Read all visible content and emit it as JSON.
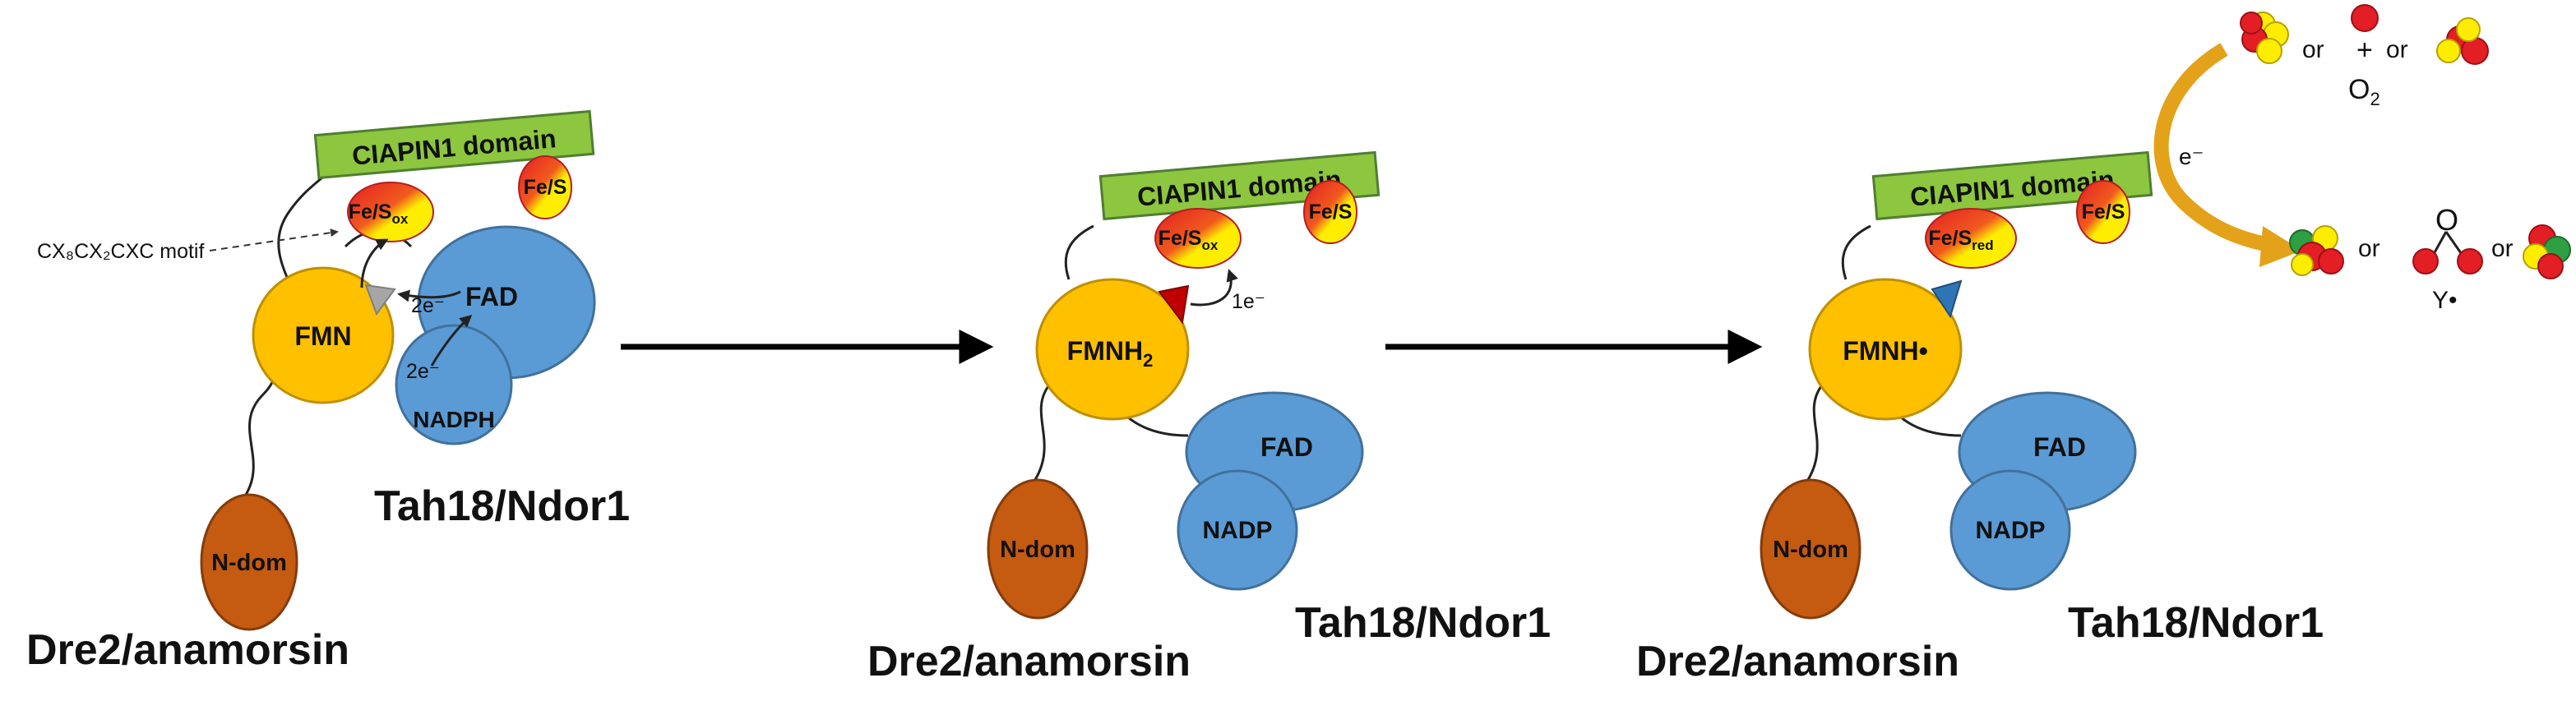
{
  "labels": {
    "ciapin": "CIAPIN1 domain",
    "fes": "Fe/S",
    "fes_ox_main": "Fe/S",
    "fes_ox_sub": "ox",
    "fes_red_sub": "red",
    "motif": "CX₈CX₂CXC motif",
    "fmn": "FMN",
    "fmnh2_main": "FMNH",
    "fmnh2_sub": "2",
    "fmnh_radical": "FMNH•",
    "fad": "FAD",
    "nadph": "NADPH",
    "nadp": "NADP",
    "ndom": "N-dom",
    "tah18": "Tah18/Ndor1",
    "dre2": "Dre2/anamorsin",
    "two_e": "2e⁻",
    "one_e": "1e⁻",
    "e_minus": "e⁻",
    "or": "or",
    "plus": "+",
    "o2_main": "O",
    "o2_sub": "2",
    "o_atom": "O",
    "tyr_radical": "Y•"
  },
  "colors": {
    "fes_gradient_red": "#e31e24",
    "fes_gradient_yellow": "#ffed00",
    "fmn_orange": "#ffc000",
    "fad_blue": "#5b9bd5",
    "ndom_rust": "#c55a11",
    "ciapin_green": "#8dc63f",
    "triangle_grey": "#a6a6a6",
    "triangle_red": "#c00000",
    "triangle_blue": "#2e75b6",
    "arrow_gold": "#e3a21a",
    "cluster_red": "#e31e24",
    "cluster_yellow": "#ffed00",
    "cluster_green": "#2ea043"
  }
}
